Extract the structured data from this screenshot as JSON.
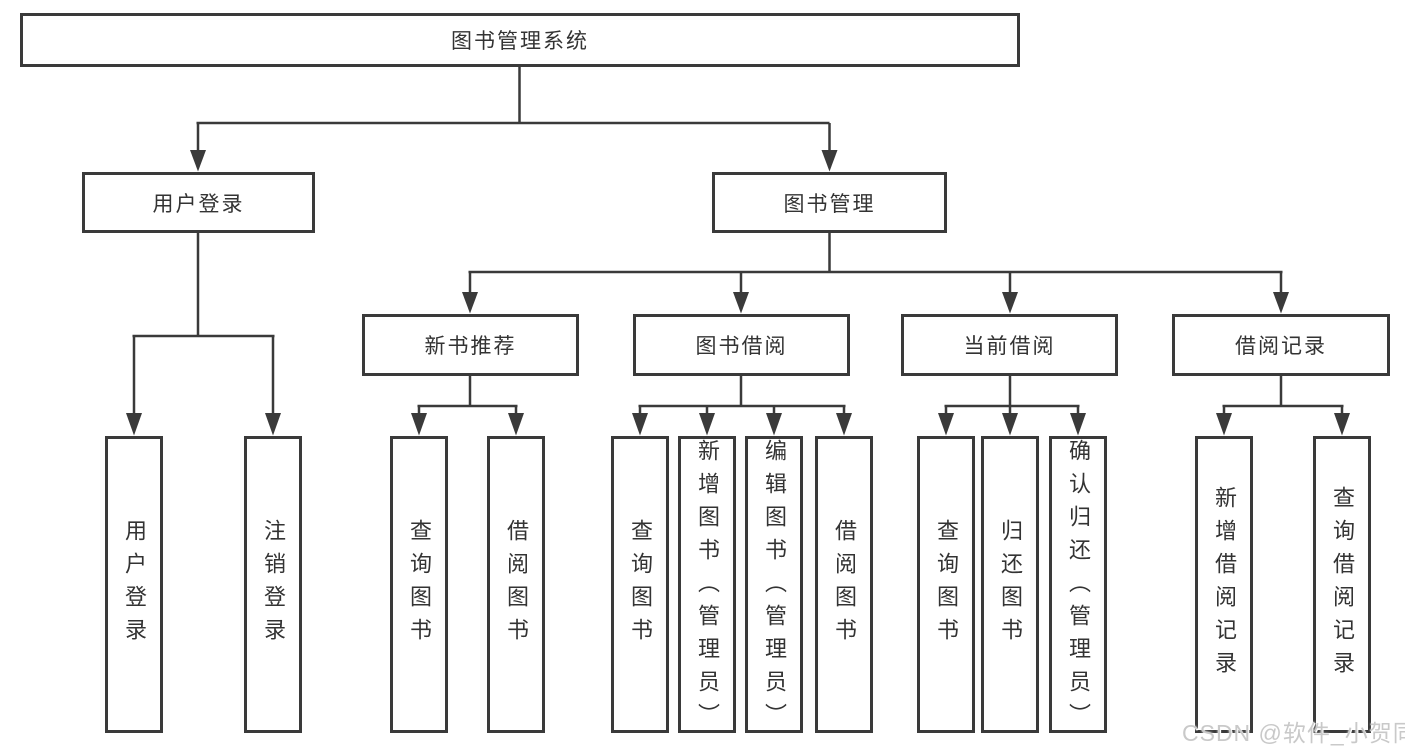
{
  "tree": {
    "root": {
      "label": "图书管理系统",
      "children": [
        {
          "label": "用户登录",
          "children": [
            {
              "label": "用户登录"
            },
            {
              "label": "注销登录"
            }
          ]
        },
        {
          "label": "图书管理",
          "children": [
            {
              "label": "新书推荐",
              "children": [
                {
                  "label": "查询图书"
                },
                {
                  "label": "借阅图书"
                }
              ]
            },
            {
              "label": "图书借阅",
              "children": [
                {
                  "label": "查询图书"
                },
                {
                  "label": "新增图书（管理员）"
                },
                {
                  "label": "编辑图书（管理员）"
                },
                {
                  "label": "借阅图书"
                }
              ]
            },
            {
              "label": "当前借阅",
              "children": [
                {
                  "label": "查询图书"
                },
                {
                  "label": "归还图书"
                },
                {
                  "label": "确认归还（管理员）"
                }
              ]
            },
            {
              "label": "借阅记录",
              "children": [
                {
                  "label": "新增借阅记录"
                },
                {
                  "label": "查询借阅记录"
                }
              ]
            }
          ]
        }
      ]
    }
  },
  "colors": {
    "line": "#3a3a3a",
    "text": "#333333",
    "watermark": "#c9c9c9",
    "background": "#ffffff"
  },
  "watermark": {
    "text": "CSDN @软件_小贺同学"
  }
}
